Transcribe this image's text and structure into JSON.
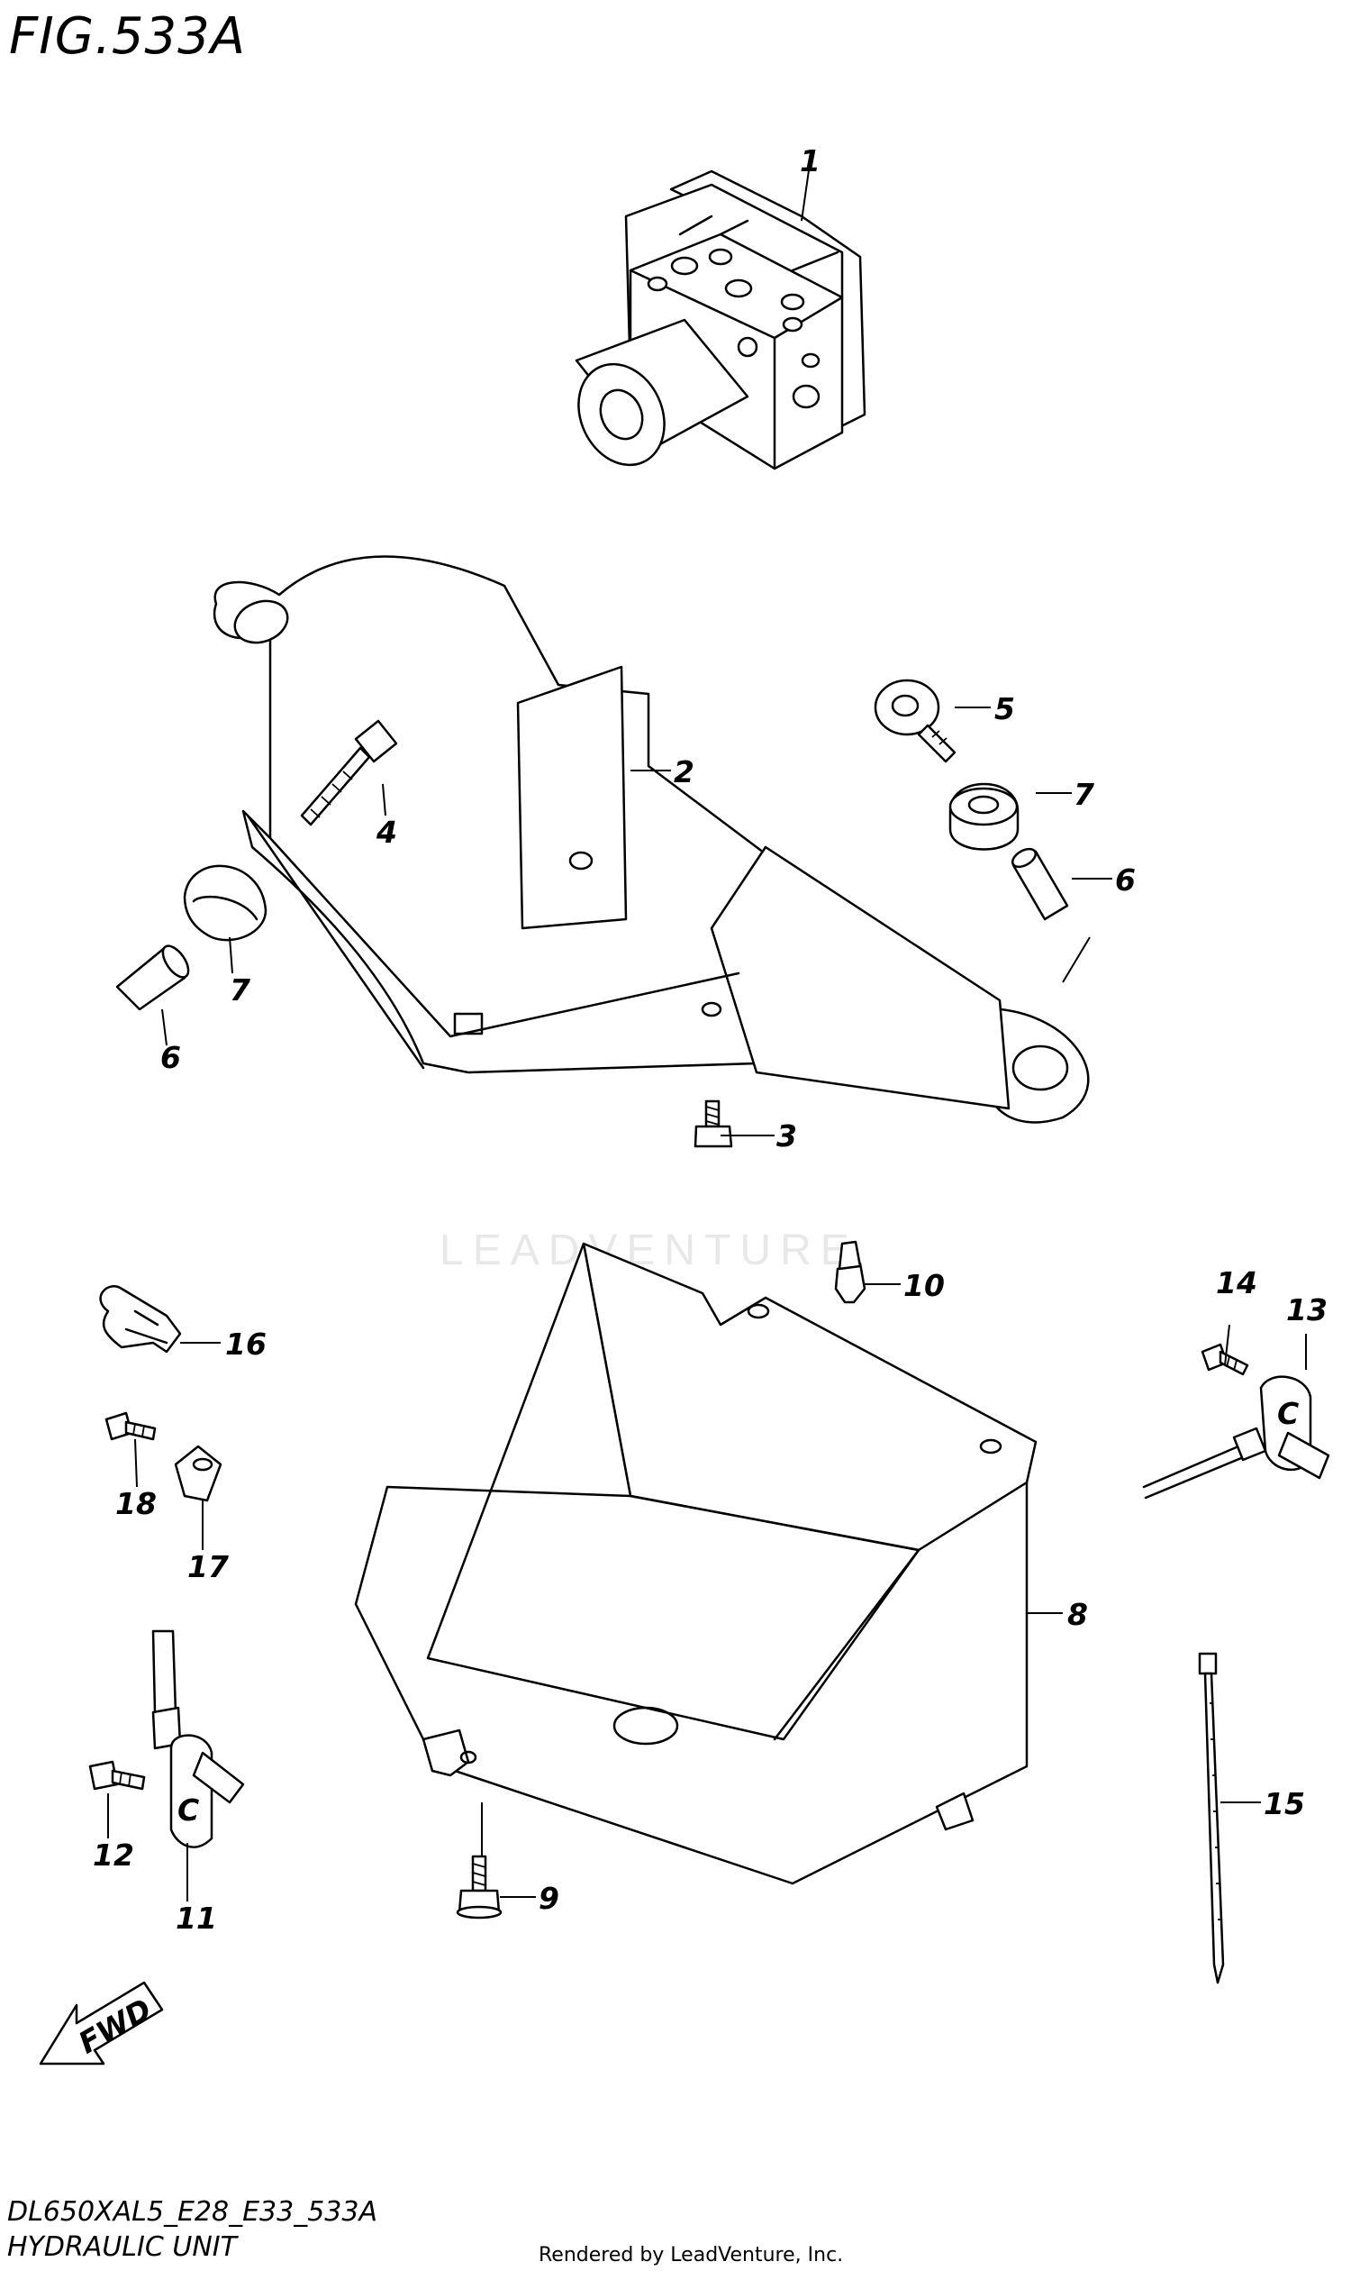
{
  "figure": {
    "title": "FIG.533A"
  },
  "watermark": {
    "text": "LEADVENTURE"
  },
  "callouts": [
    "1",
    "2",
    "3",
    "4",
    "5",
    "6",
    "6",
    "7",
    "7",
    "8",
    "9",
    "10",
    "11",
    "12",
    "13",
    "14",
    "15",
    "16",
    "17",
    "18"
  ],
  "fwd_arrow": {
    "label": "FWD"
  },
  "footer": {
    "model_code": "DL650XAL5_E28_E33_533A",
    "unit_name": "HYDRAULIC UNIT",
    "credit": "Rendered by LeadVenture, Inc."
  }
}
